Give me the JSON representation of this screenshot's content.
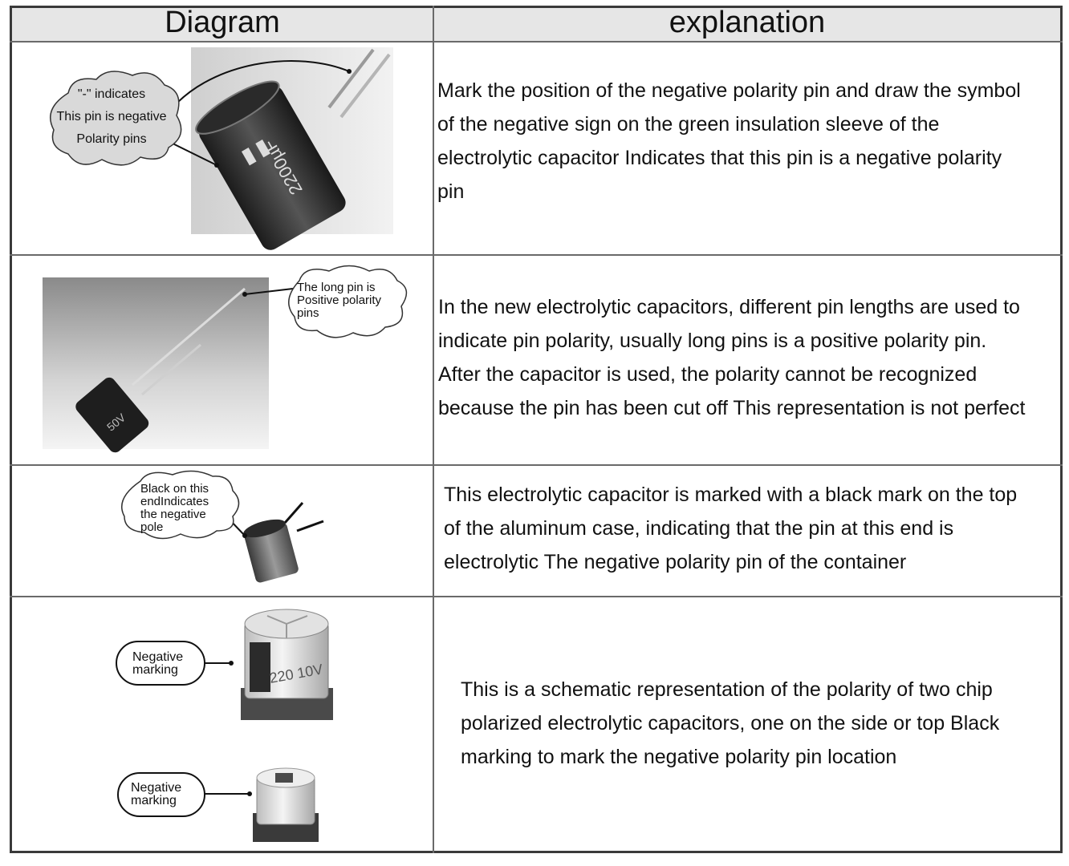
{
  "table": {
    "headers": {
      "diagram": "Diagram",
      "explanation": "explanation"
    },
    "rows": [
      {
        "callouts": [
          "\"-\" indicates",
          "This pin is negative",
          "Polarity pins"
        ],
        "capacitor_marking": "2200µF",
        "explanation_lines": [
          "Mark the position of the negative polarity pin and draw the symbol",
          "of the negative sign on the green insulation sleeve of the",
          "electrolytic capacitor Indicates that this pin is a negative polarity",
          "pin"
        ]
      },
      {
        "callouts": [
          "The long pin is",
          "Positive polarity",
          "pins"
        ],
        "capacitor_marking": "50V",
        "explanation_lines": [
          "In the new electrolytic capacitors, different pin lengths are used to",
          "indicate pin polarity, usually long pins is a positive polarity pin.",
          "After the capacitor is used, the polarity cannot be recognized",
          "because the pin has been cut off This representation is not perfect"
        ]
      },
      {
        "callouts": [
          "Black on this",
          "endIndicates",
          "the negative",
          "pole"
        ],
        "explanation_lines": [
          "This electrolytic capacitor is marked with a black mark on the top",
          "of the aluminum case, indicating that the pin at this end is",
          "electrolytic The negative polarity pin of the container"
        ]
      },
      {
        "callouts_top": [
          "Negative",
          "marking"
        ],
        "callouts_bottom": [
          "Negative",
          "marking"
        ],
        "capacitor_marking": "220 10V",
        "explanation_lines": [
          "This is a schematic representation of the polarity of two chip",
          "polarized electrolytic capacitors, one on the side or top Black",
          "marking to mark the negative polarity pin location"
        ]
      }
    ]
  }
}
